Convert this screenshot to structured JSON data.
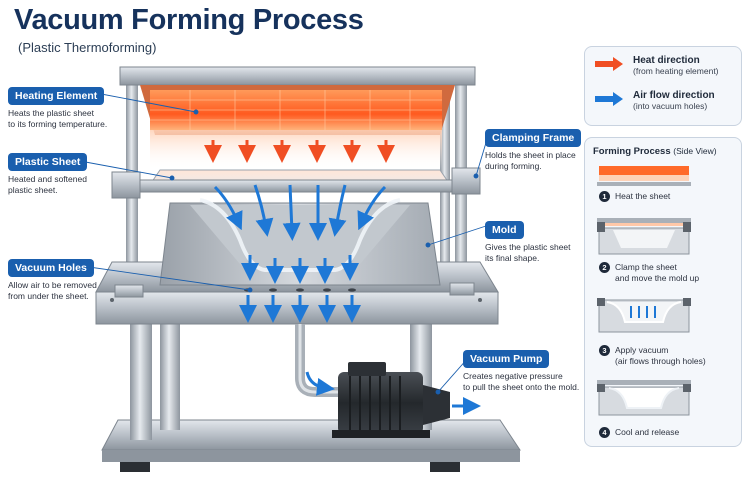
{
  "title": "Vacuum Forming Process",
  "subtitle": "(Plastic Thermoforming)",
  "callouts": {
    "heating_element": {
      "label": "Heating Element",
      "desc1": "Heats the plastic sheet",
      "desc2": "to its forming temperature."
    },
    "plastic_sheet": {
      "label": "Plastic Sheet",
      "desc1": "Heated and softened",
      "desc2": "plastic sheet."
    },
    "vacuum_holes": {
      "label": "Vacuum Holes",
      "desc1": "Allow air to be removed",
      "desc2": "from under the sheet."
    },
    "clamping_frame": {
      "label": "Clamping Frame",
      "desc1": "Holds the sheet in place",
      "desc2": "during forming."
    },
    "mold": {
      "label": "Mold",
      "desc1": "Gives the plastic sheet",
      "desc2": "its final shape."
    },
    "vacuum_pump": {
      "label": "Vacuum Pump",
      "desc1": "Creates negative pressure",
      "desc2": "to pull the sheet onto the mold."
    }
  },
  "legend": {
    "heat_title": "Heat direction",
    "heat_sub": "(from heating element)",
    "air_title": "Air flow direction",
    "air_sub": "(into vacuum holes)",
    "heat_color": "#f04e23",
    "air_color": "#1e78d6"
  },
  "forming": {
    "title": "Forming Process",
    "title_note": "(Side View)",
    "steps": [
      {
        "num": "1",
        "line1": "Heat the sheet",
        "line2": ""
      },
      {
        "num": "2",
        "line1": "Clamp the sheet",
        "line2": "and move the mold up"
      },
      {
        "num": "3",
        "line1": "Apply vacuum",
        "line2": "(air flows through holes)"
      },
      {
        "num": "4",
        "line1": "Cool and release",
        "line2": ""
      }
    ]
  },
  "colors": {
    "brand": "#16325c",
    "badge": "#1a5fae",
    "heat": "#f04e23",
    "air": "#1e78d6",
    "steel": "#b9c0c8"
  }
}
